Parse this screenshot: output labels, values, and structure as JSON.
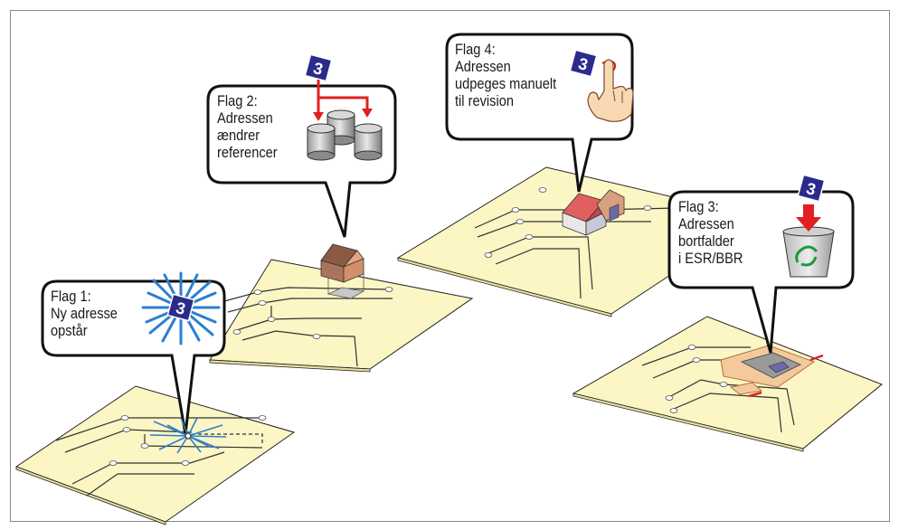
{
  "flags": [
    {
      "id": "flag1",
      "lines": [
        "Flag 1:",
        "Ny adresse",
        "opstår"
      ],
      "badge": "3"
    },
    {
      "id": "flag2",
      "lines": [
        "Flag 2:",
        "Adressen",
        "ændrer",
        "referencer"
      ],
      "badge": "3"
    },
    {
      "id": "flag3",
      "lines": [
        "Flag 3:",
        "Adressen",
        "bortfalder",
        "i ESR/BBR"
      ],
      "badge": "3"
    },
    {
      "id": "flag4",
      "lines": [
        "Flag 4:",
        "Adressen",
        "udpeges manuelt",
        "til revision"
      ],
      "badge": "3"
    }
  ],
  "colors": {
    "ground": "#fbf6c4",
    "road": "#ffffff",
    "badge": "#2b2b8c",
    "arrow": "#e02020",
    "burst": "#2a7fd0"
  }
}
